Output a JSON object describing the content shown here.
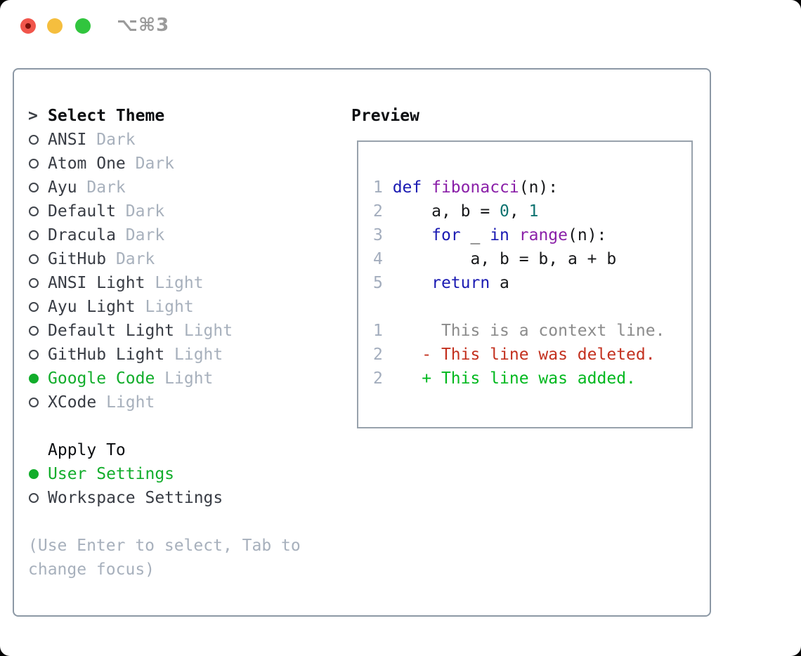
{
  "window": {
    "title": "⌥⌘3",
    "traffic_lights": [
      {
        "name": "close-button",
        "color": "#f1554b",
        "dot_color": "#7c100a"
      },
      {
        "name": "minimize-button",
        "color": "#f5be3e",
        "dot_color": null
      },
      {
        "name": "zoom-button",
        "color": "#31c53e",
        "dot_color": null
      }
    ]
  },
  "theme_list": {
    "header_marker": ">",
    "header_label": "Select Theme",
    "items": [
      {
        "name": "ANSI",
        "variant": "Dark",
        "selected": false
      },
      {
        "name": "Atom One",
        "variant": "Dark",
        "selected": false
      },
      {
        "name": "Ayu",
        "variant": "Dark",
        "selected": false
      },
      {
        "name": "Default",
        "variant": "Dark",
        "selected": false
      },
      {
        "name": "Dracula",
        "variant": "Dark",
        "selected": false
      },
      {
        "name": "GitHub",
        "variant": "Dark",
        "selected": false
      },
      {
        "name": "ANSI Light",
        "variant": "Light",
        "selected": false
      },
      {
        "name": "Ayu Light",
        "variant": "Light",
        "selected": false
      },
      {
        "name": "Default Light",
        "variant": "Light",
        "selected": false
      },
      {
        "name": "GitHub Light",
        "variant": "Light",
        "selected": false
      },
      {
        "name": "Google Code",
        "variant": "Light",
        "selected": true
      },
      {
        "name": "XCode",
        "variant": "Light",
        "selected": false
      }
    ]
  },
  "apply_to": {
    "label": "Apply To",
    "options": [
      {
        "label": "User Settings",
        "selected": true
      },
      {
        "label": "Workspace Settings",
        "selected": false
      }
    ]
  },
  "hint": {
    "line1": "(Use Enter to select, Tab to",
    "line2": "change focus)"
  },
  "preview": {
    "label": "Preview",
    "lines": [
      [
        [
          "ln",
          "1 "
        ],
        [
          "kw",
          "def"
        ],
        [
          "pl",
          " "
        ],
        [
          "fn",
          "fibonacci"
        ],
        [
          "pl",
          "(n):"
        ]
      ],
      [
        [
          "ln",
          "2 "
        ],
        [
          "pl",
          "    a, b = "
        ],
        [
          "lit",
          "0"
        ],
        [
          "pl",
          ", "
        ],
        [
          "lit",
          "1"
        ]
      ],
      [
        [
          "ln",
          "3 "
        ],
        [
          "pl",
          "    "
        ],
        [
          "kw",
          "for"
        ],
        [
          "pl",
          " _ "
        ],
        [
          "kw",
          "in"
        ],
        [
          "pl",
          " "
        ],
        [
          "fn",
          "range"
        ],
        [
          "pl",
          "(n):"
        ]
      ],
      [
        [
          "ln",
          "4 "
        ],
        [
          "pl",
          "        a, b = b, a + b"
        ]
      ],
      [
        [
          "ln",
          "5 "
        ],
        [
          "pl",
          "    "
        ],
        [
          "kw",
          "return"
        ],
        [
          "pl",
          " a"
        ]
      ],
      [],
      [
        [
          "ln",
          "1 "
        ],
        [
          "ctx",
          "     This is a context line."
        ]
      ],
      [
        [
          "ln",
          "2 "
        ],
        [
          "pl",
          "   "
        ],
        [
          "del",
          "- This line was deleted."
        ]
      ],
      [
        [
          "ln",
          "2 "
        ],
        [
          "pl",
          "   "
        ],
        [
          "add",
          "+ This line was added."
        ]
      ]
    ]
  },
  "colors": {
    "light_red": "#f1554b",
    "light_red_dot": "#7c100a",
    "light_yellow": "#f5be3e",
    "light_green": "#31c53e",
    "title_gray": "#9b9b9b",
    "panel_border": "#8c98a5",
    "box_border": "#98a2ac",
    "header_text": "#0c0e11",
    "item_text": "#383c44",
    "muted": "#a7b0bc",
    "selected_green": "#12ad2b",
    "ln": "#a3adbd",
    "kw": "#1a1ab2",
    "fn": "#8a1fa8",
    "lit": "#0e7370",
    "pl": "#17181a",
    "ctx": "#8b8b8b",
    "del": "#c3311f",
    "add": "#00b81e"
  }
}
